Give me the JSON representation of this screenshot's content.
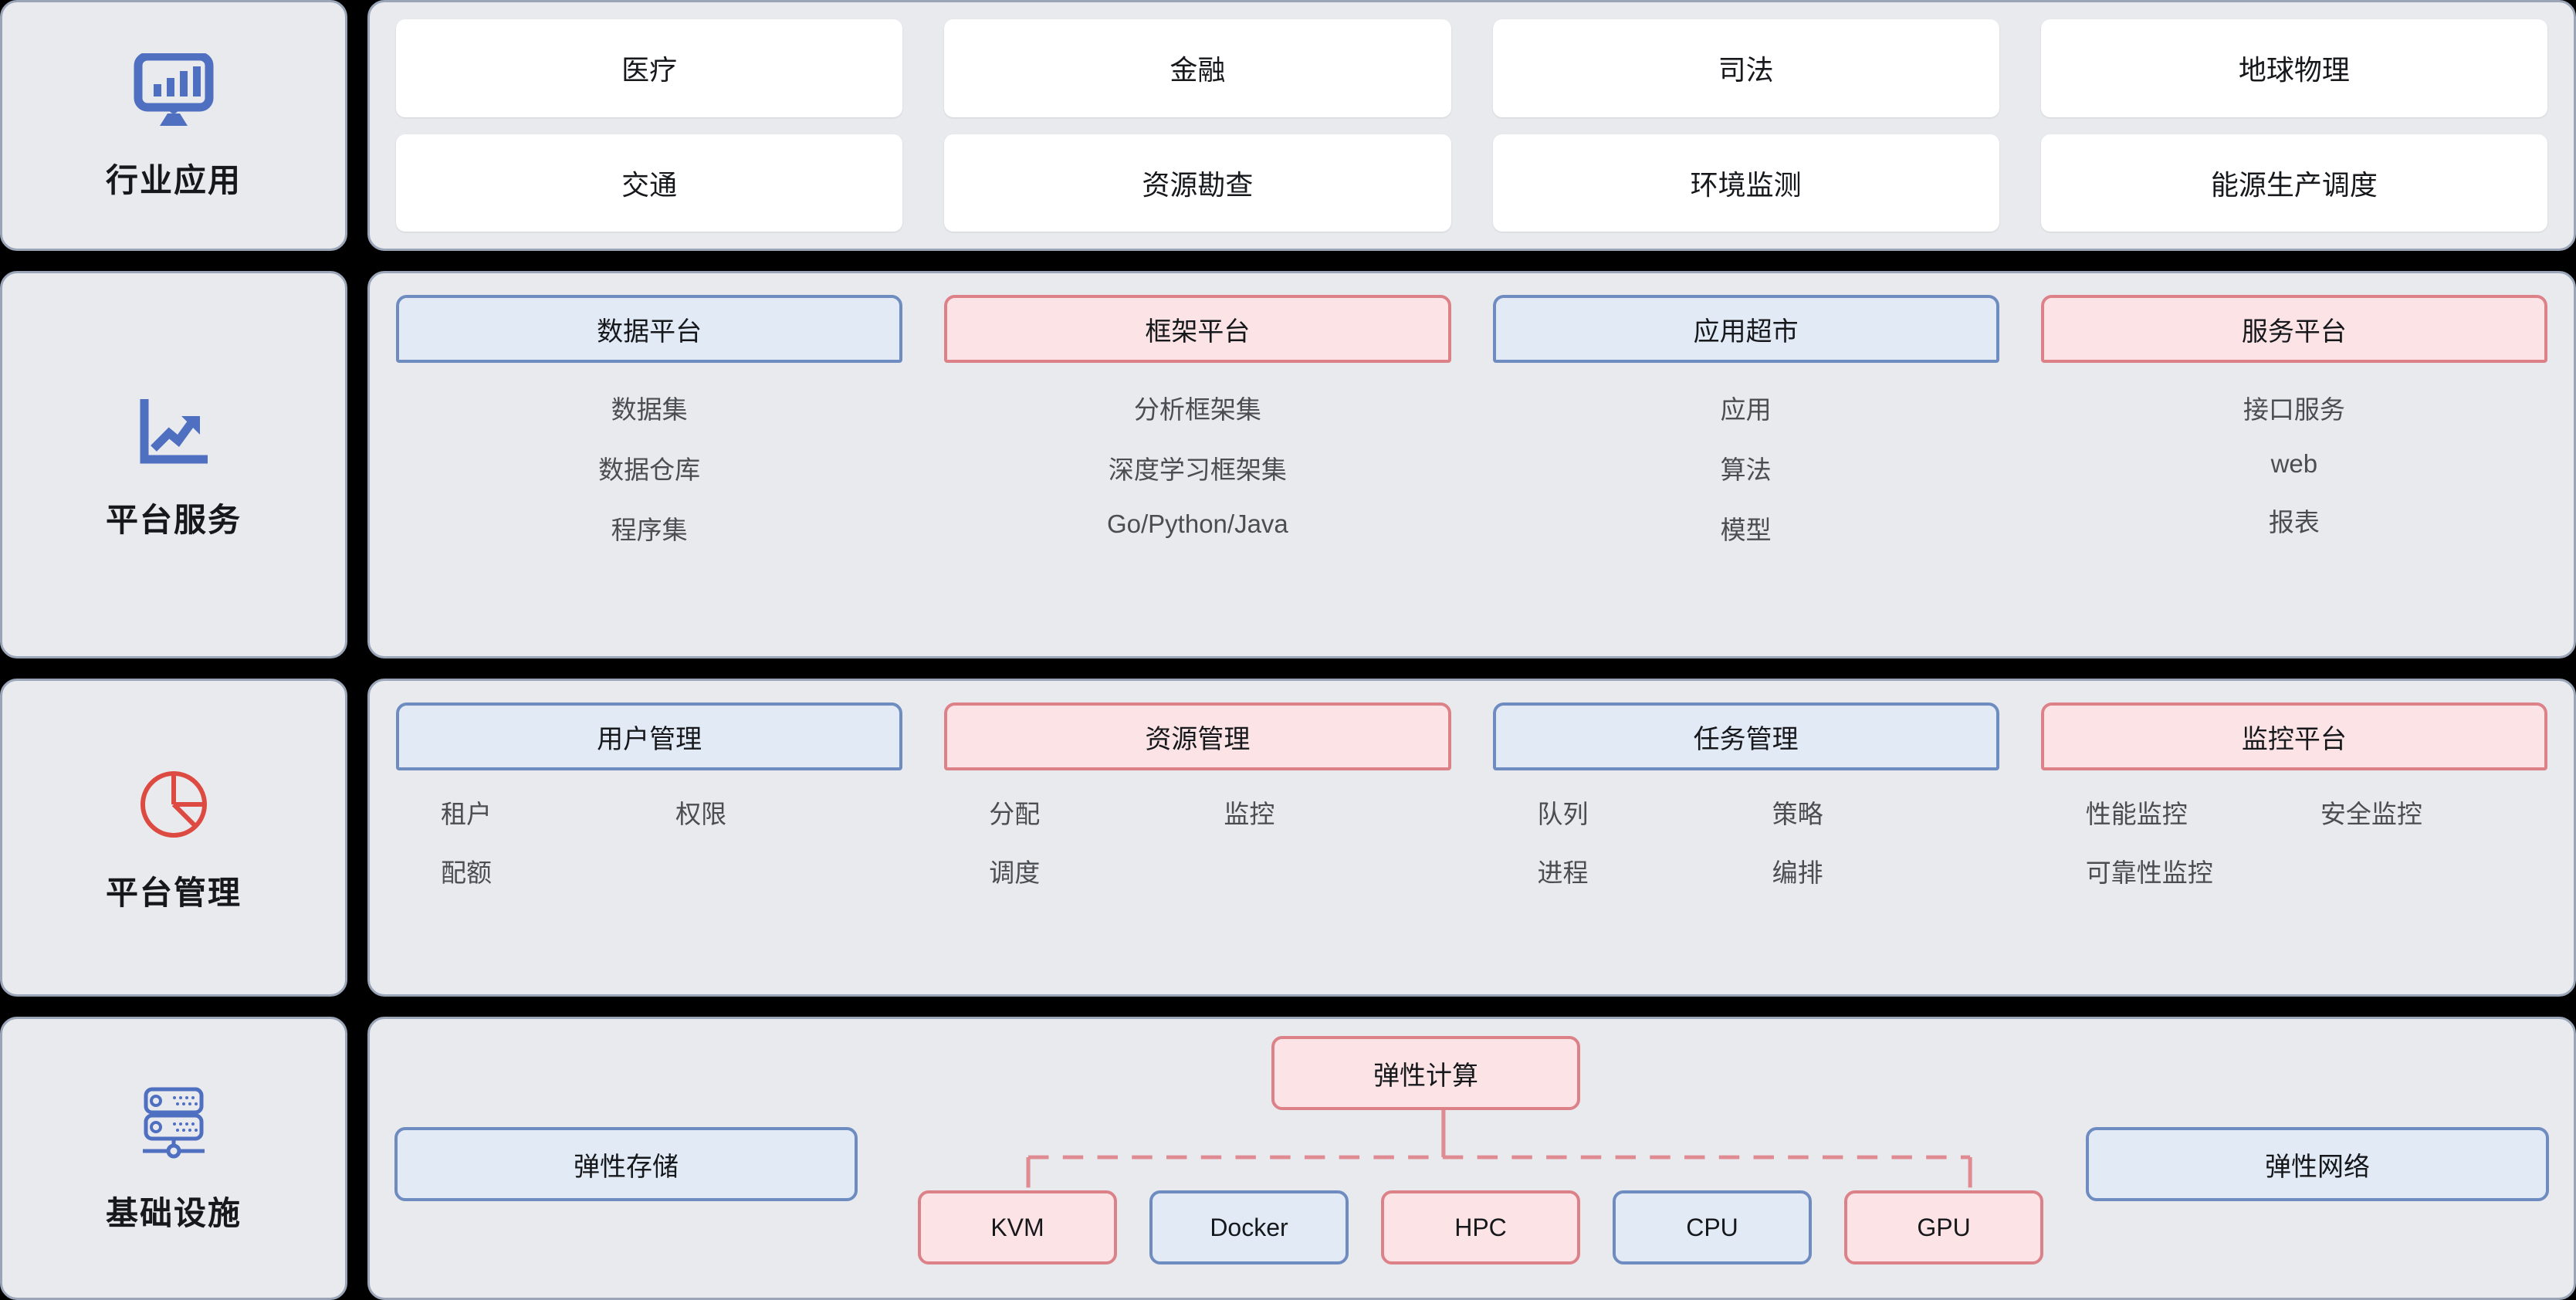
{
  "layers": [
    {
      "id": "industry",
      "label": "行业应用",
      "icon": "monitor-bar-chart-icon",
      "icon_color": "#4f6fc0",
      "chips": [
        "医疗",
        "金融",
        "司法",
        "地球物理",
        "交通",
        "资源勘查",
        "环境监测",
        "能源生产调度"
      ]
    },
    {
      "id": "platform-service",
      "label": "平台服务",
      "icon": "line-chart-up-icon",
      "icon_color": "#4f6fc0",
      "columns": [
        {
          "title": "数据平台",
          "accent": "blue",
          "items": [
            "数据集",
            "数据仓库",
            "程序集"
          ]
        },
        {
          "title": "框架平台",
          "accent": "red",
          "items": [
            "分析框架集",
            "深度学习框架集",
            "Go/Python/Java"
          ]
        },
        {
          "title": "应用超市",
          "accent": "blue",
          "items": [
            "应用",
            "算法",
            "模型"
          ]
        },
        {
          "title": "服务平台",
          "accent": "red",
          "items": [
            "接口服务",
            "web",
            "报表"
          ]
        }
      ]
    },
    {
      "id": "platform-management",
      "label": "平台管理",
      "icon": "pie-chart-icon",
      "icon_color": "#dd4a42",
      "columns": [
        {
          "title": "用户管理",
          "accent": "blue",
          "items": [
            "租户",
            "权限",
            "配额"
          ]
        },
        {
          "title": "资源管理",
          "accent": "red",
          "items": [
            "分配",
            "监控",
            "调度"
          ]
        },
        {
          "title": "任务管理",
          "accent": "blue",
          "items": [
            "队列",
            "策略",
            "进程",
            "编排"
          ]
        },
        {
          "title": "监控平台",
          "accent": "red",
          "items": [
            "性能监控",
            "安全监控",
            "可靠性监控"
          ]
        }
      ]
    },
    {
      "id": "infrastructure",
      "label": "基础设施",
      "icon": "server-rack-icon",
      "icon_color": "#4f6fc0",
      "boxes": {
        "storage": {
          "label": "弹性存储",
          "accent": "blue"
        },
        "compute": {
          "label": "弹性计算",
          "accent": "red"
        },
        "network": {
          "label": "弹性网络",
          "accent": "blue"
        },
        "leaves": [
          {
            "label": "KVM",
            "accent": "red"
          },
          {
            "label": "Docker",
            "accent": "blue"
          },
          {
            "label": "HPC",
            "accent": "red"
          },
          {
            "label": "CPU",
            "accent": "blue"
          },
          {
            "label": "GPU",
            "accent": "red"
          }
        ]
      },
      "connector_color": "#e08a92"
    }
  ],
  "colors": {
    "background": "#000000",
    "panel_fill": "#e8eaee",
    "panel_border": "#9aa5b8",
    "chip_fill": "#ffffff",
    "blue_border": "#6e8cc0",
    "blue_fill": "#e2eaf5",
    "red_border": "#dd8189",
    "red_fill": "#fce4e6",
    "text": "#16181c",
    "subtext": "#4a4d52"
  }
}
